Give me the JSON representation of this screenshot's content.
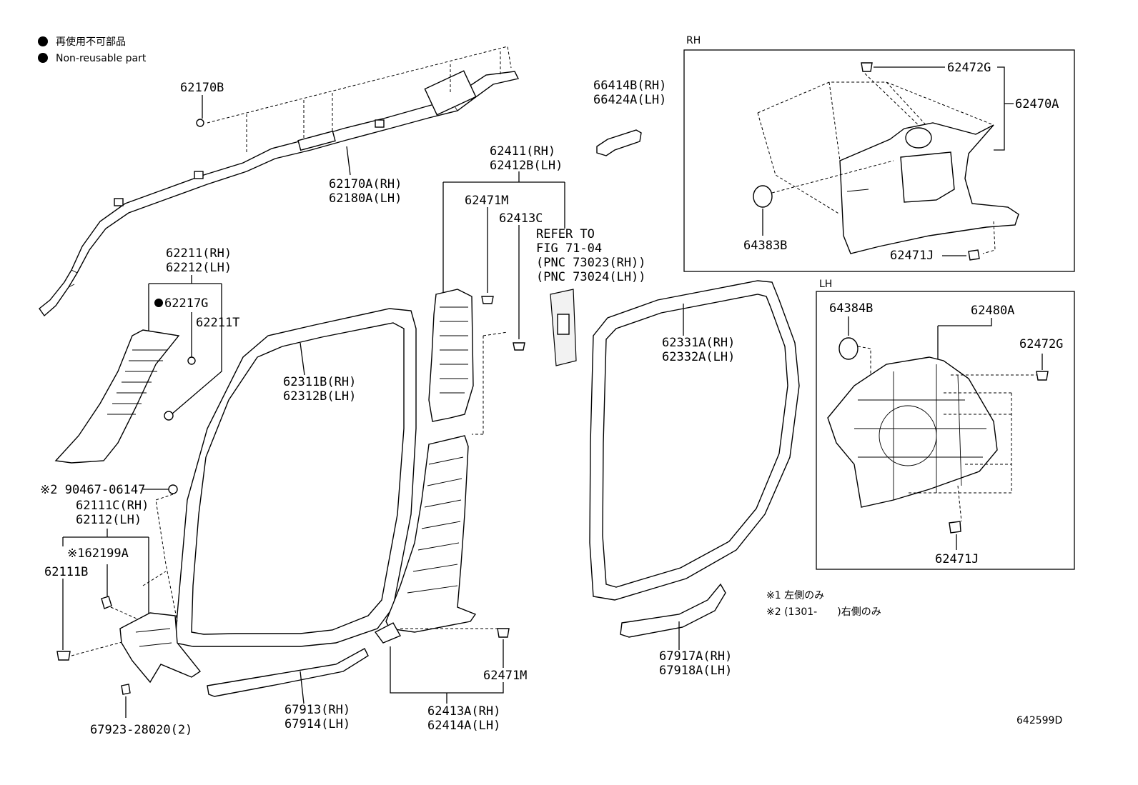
{
  "legend": {
    "jp": "再使用不可部品",
    "en": "Non-reusable part"
  },
  "boxes": {
    "rh": "RH",
    "lh": "LH"
  },
  "labels": {
    "p62170B": "62170B",
    "p62170A_a": "62170A(RH)",
    "p62170A_b": "62180A(LH)",
    "p66414B_a": "66414B(RH)",
    "p66414B_b": "66424A(LH)",
    "p62411_a": "62411(RH)",
    "p62411_b": "62412B(LH)",
    "p62471M_top": "62471M",
    "p62413C": "62413C",
    "refer_1": "REFER TO",
    "refer_2": "FIG 71-04",
    "refer_3": "(PNC 73023(RH))",
    "refer_4": "(PNC 73024(LH))",
    "p62211_a": "62211(RH)",
    "p62211_b": "62212(LH)",
    "p62217G": "62217G",
    "p62211T": "62211T",
    "p62311B_a": "62311B(RH)",
    "p62311B_b": "62312B(LH)",
    "p62331A_a": "62331A(RH)",
    "p62331A_b": "62332A(LH)",
    "p90467": "※2 90467-06147",
    "p62111C_a": "62111C(RH)",
    "p62111C_b": "62112(LH)",
    "p62199A": "※162199A",
    "p62111B": "62111B",
    "p67923": "67923-28020(2)",
    "p67913_a": "67913(RH)",
    "p67913_b": "67914(LH)",
    "p62413A_a": "62413A(RH)",
    "p62413A_b": "62414A(LH)",
    "p62471M_bot": "62471M",
    "p67917A_a": "67917A(RH)",
    "p67917A_b": "67918A(LH)",
    "rh_62472G": "62472G",
    "rh_62470A": "62470A",
    "rh_64383B": "64383B",
    "rh_62471J": "62471J",
    "lh_64384B": "64384B",
    "lh_62480A": "62480A",
    "lh_62472G": "62472G",
    "lh_62471J": "62471J",
    "note1": "※1 左側のみ",
    "note2": "※2 (1301-　　)右側のみ",
    "figure_code": "642599D"
  }
}
